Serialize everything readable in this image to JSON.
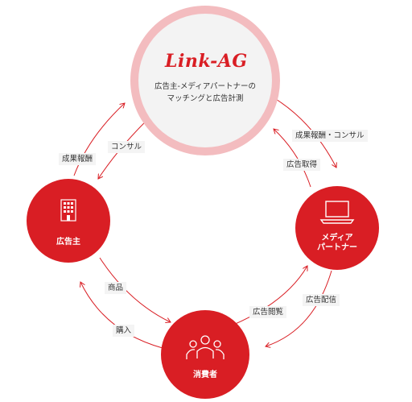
{
  "hub": {
    "logo_text": "Link-AG",
    "description_line1": "広告主-メディアパートナーの",
    "description_line2": "マッチングと広告計測"
  },
  "nodes": {
    "advertiser": {
      "label": "広告主",
      "icon": "building-icon"
    },
    "media_partner": {
      "label_line1": "メディア",
      "label_line2": "パートナー",
      "icon": "laptop-icon"
    },
    "consumer": {
      "label": "消費者",
      "icon": "people-group-icon"
    }
  },
  "edges": {
    "hub_to_advertiser": "コンサル",
    "advertiser_to_hub": "成果報酬",
    "hub_to_media": "成果報酬・コンサル",
    "media_to_hub": "広告取得",
    "advertiser_to_consumer": "商品",
    "consumer_to_advertiser": "購入",
    "consumer_to_media": "広告閲覧",
    "media_to_consumer": "広告配信"
  },
  "colors": {
    "primary_red": "#d91e24",
    "hub_ring": "#f3bcbf",
    "hub_fill": "#f3f3f3",
    "edge_label_bg": "#f4f4f4"
  }
}
